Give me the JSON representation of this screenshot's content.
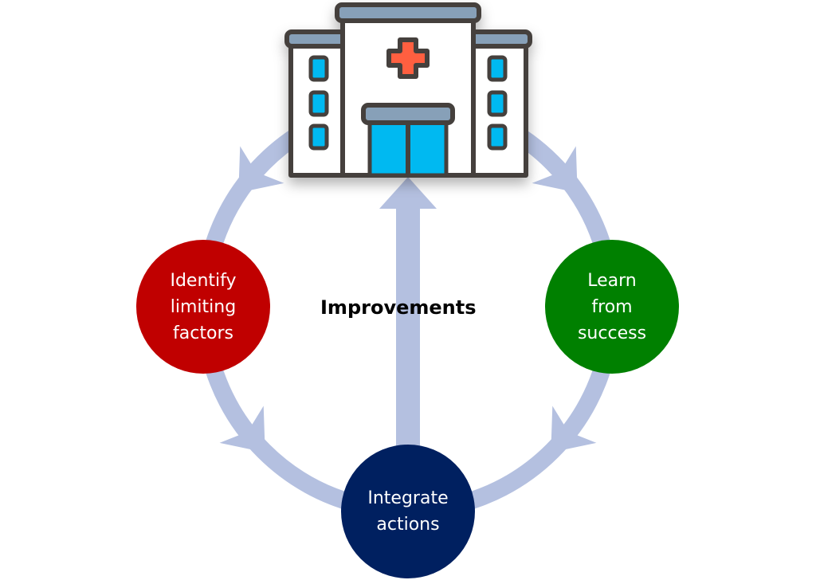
{
  "center_label": "Improvements",
  "nodes": [
    {
      "label": "Identify\nlimiting\nfactors",
      "color": "#c00000"
    },
    {
      "label": "Learn\nfrom\nsuccess",
      "color": "#008000"
    },
    {
      "label": "Integrate\nactions",
      "color": "#002060"
    }
  ],
  "colors": {
    "arrow": "#b4c0e0",
    "cross": "#ff5f3f",
    "glass": "#00b9f1",
    "outline": "#45413c",
    "roof": "#87a0b8"
  }
}
